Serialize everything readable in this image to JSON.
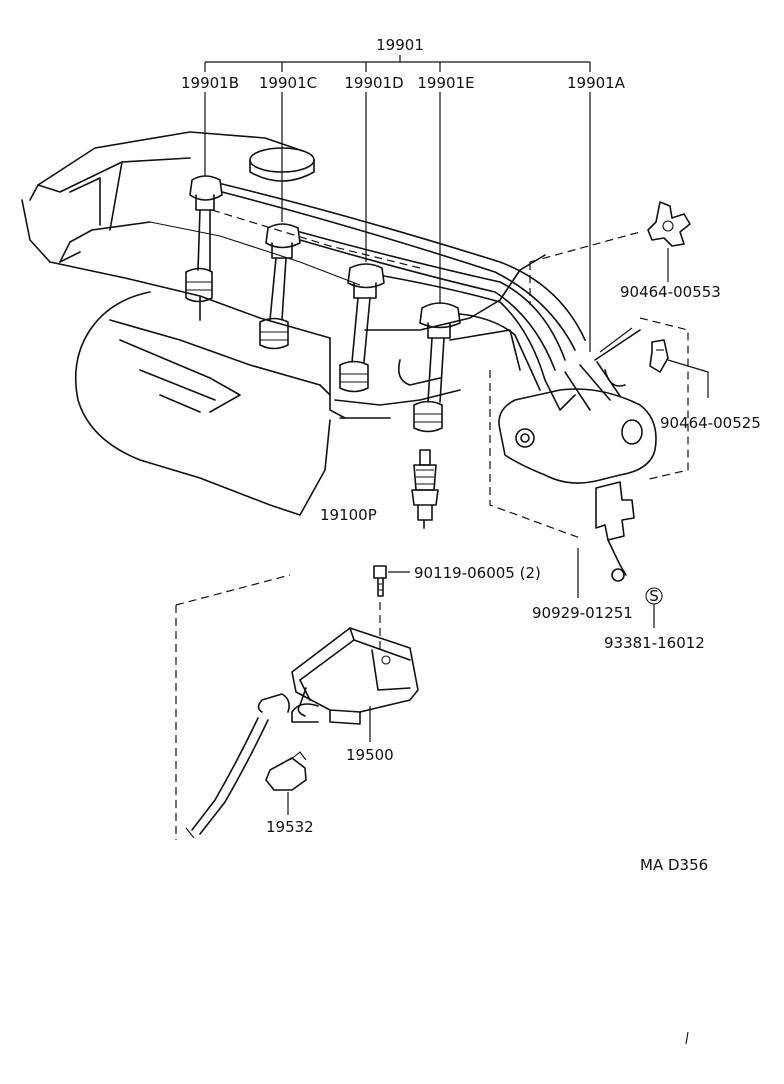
{
  "labels": {
    "cord_set": "19901",
    "cord_b": "19901B",
    "cord_c": "19901C",
    "cord_d": "19901D",
    "cord_e": "19901E",
    "cord_a": "19901A",
    "clamp_top": "90464-00553",
    "clamp_right": "90464-00525",
    "spark_plug": "19100P",
    "bolt": "90119-06005 (2)",
    "bracket": "90929-01251",
    "s_marker": "S",
    "s_part": "93381-16012",
    "coil": "19500",
    "cap": "19532",
    "figure_code": "MA D356"
  }
}
